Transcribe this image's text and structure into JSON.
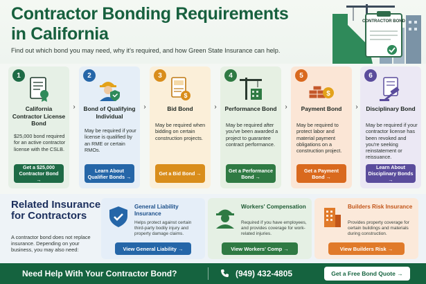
{
  "header": {
    "title": "Contractor Bonding Requirements in California",
    "subtitle": "Find out which bond you may need, why it's required, and how Green State Insurance can help.",
    "art_sign": "CONTRACTOR BOND"
  },
  "steps": [
    {
      "number": "1",
      "title": "California Contractor License Bond",
      "description": "$25,000 bond required for an active contractor license with the CSLB.",
      "button": "Get a $25,000 Contractor Bond →",
      "icon": "certificate-icon",
      "color": "#1e6b46",
      "bg": "#e6f0e6"
    },
    {
      "number": "2",
      "title": "Bond of Qualifying Individual",
      "description": "May be required if your license is qualified by an RME or certain RMOs.",
      "button": "Learn About Qualifier Bonds →",
      "icon": "worker-shield-icon",
      "color": "#2566a8",
      "bg": "#e5eef7"
    },
    {
      "number": "3",
      "title": "Bid Bond",
      "description": "May be required when bidding on certain construction projects.",
      "button": "Get a Bid Bond →",
      "icon": "bid-document-icon",
      "color": "#d98d1b",
      "bg": "#fbefd9"
    },
    {
      "number": "4",
      "title": "Performance Bond",
      "description": "May be required after you've been awarded a project to guarantee contract performance.",
      "button": "Get a Performance Bond →",
      "icon": "crane-icon",
      "color": "#2f7a43",
      "bg": "#e6f0e3"
    },
    {
      "number": "5",
      "title": "Payment Bond",
      "description": "May be required to protect labor and material payment obligations on a construction project.",
      "button": "Get a Payment Bond →",
      "icon": "bricks-coin-icon",
      "color": "#d9691e",
      "bg": "#fbe6d6"
    },
    {
      "number": "6",
      "title": "Disciplinary Bond",
      "description": "May be required if your contractor license has been revoked and you're seeking reinstatement or reissuance.",
      "button": "Learn About Disciplinary Bonds →",
      "icon": "gavel-icon",
      "color": "#5a4c9c",
      "bg": "#ebe8f4"
    }
  ],
  "related": {
    "title": "Related Insurance for Contractors",
    "text": "A contractor bond does not replace insurance. Depending on your business, you may also need:",
    "items": [
      {
        "title": "General Liability Insurance",
        "description": "Helps protect against certain third-party bodily injury and property damage claims.",
        "button": "View General Liability →",
        "icon": "shield-check-icon",
        "color": "#2566a8",
        "title_color": "#1b4f8a",
        "bg": "#e5eef8"
      },
      {
        "title": "Workers' Compensation",
        "description": "Required if you have employees, and provides coverage for work-related injuries.",
        "button": "View Workers' Comp →",
        "icon": "hardhat-worker-icon",
        "color": "#2f7a43",
        "title_color": "#1d5a33",
        "bg": "#e5f0e4"
      },
      {
        "title": "Builders Risk Insurance",
        "description": "Provides property coverage for certain buildings and materials during construction.",
        "button": "View Builders Risk →",
        "icon": "building-icon",
        "color": "#e07a2a",
        "title_color": "#c2561a",
        "bg": "#fbe9da"
      }
    ]
  },
  "footer": {
    "question": "Need Help With Your Contractor Bond?",
    "phone": "(949) 432-4805",
    "cta": "Get a Free Bond Quote →"
  }
}
